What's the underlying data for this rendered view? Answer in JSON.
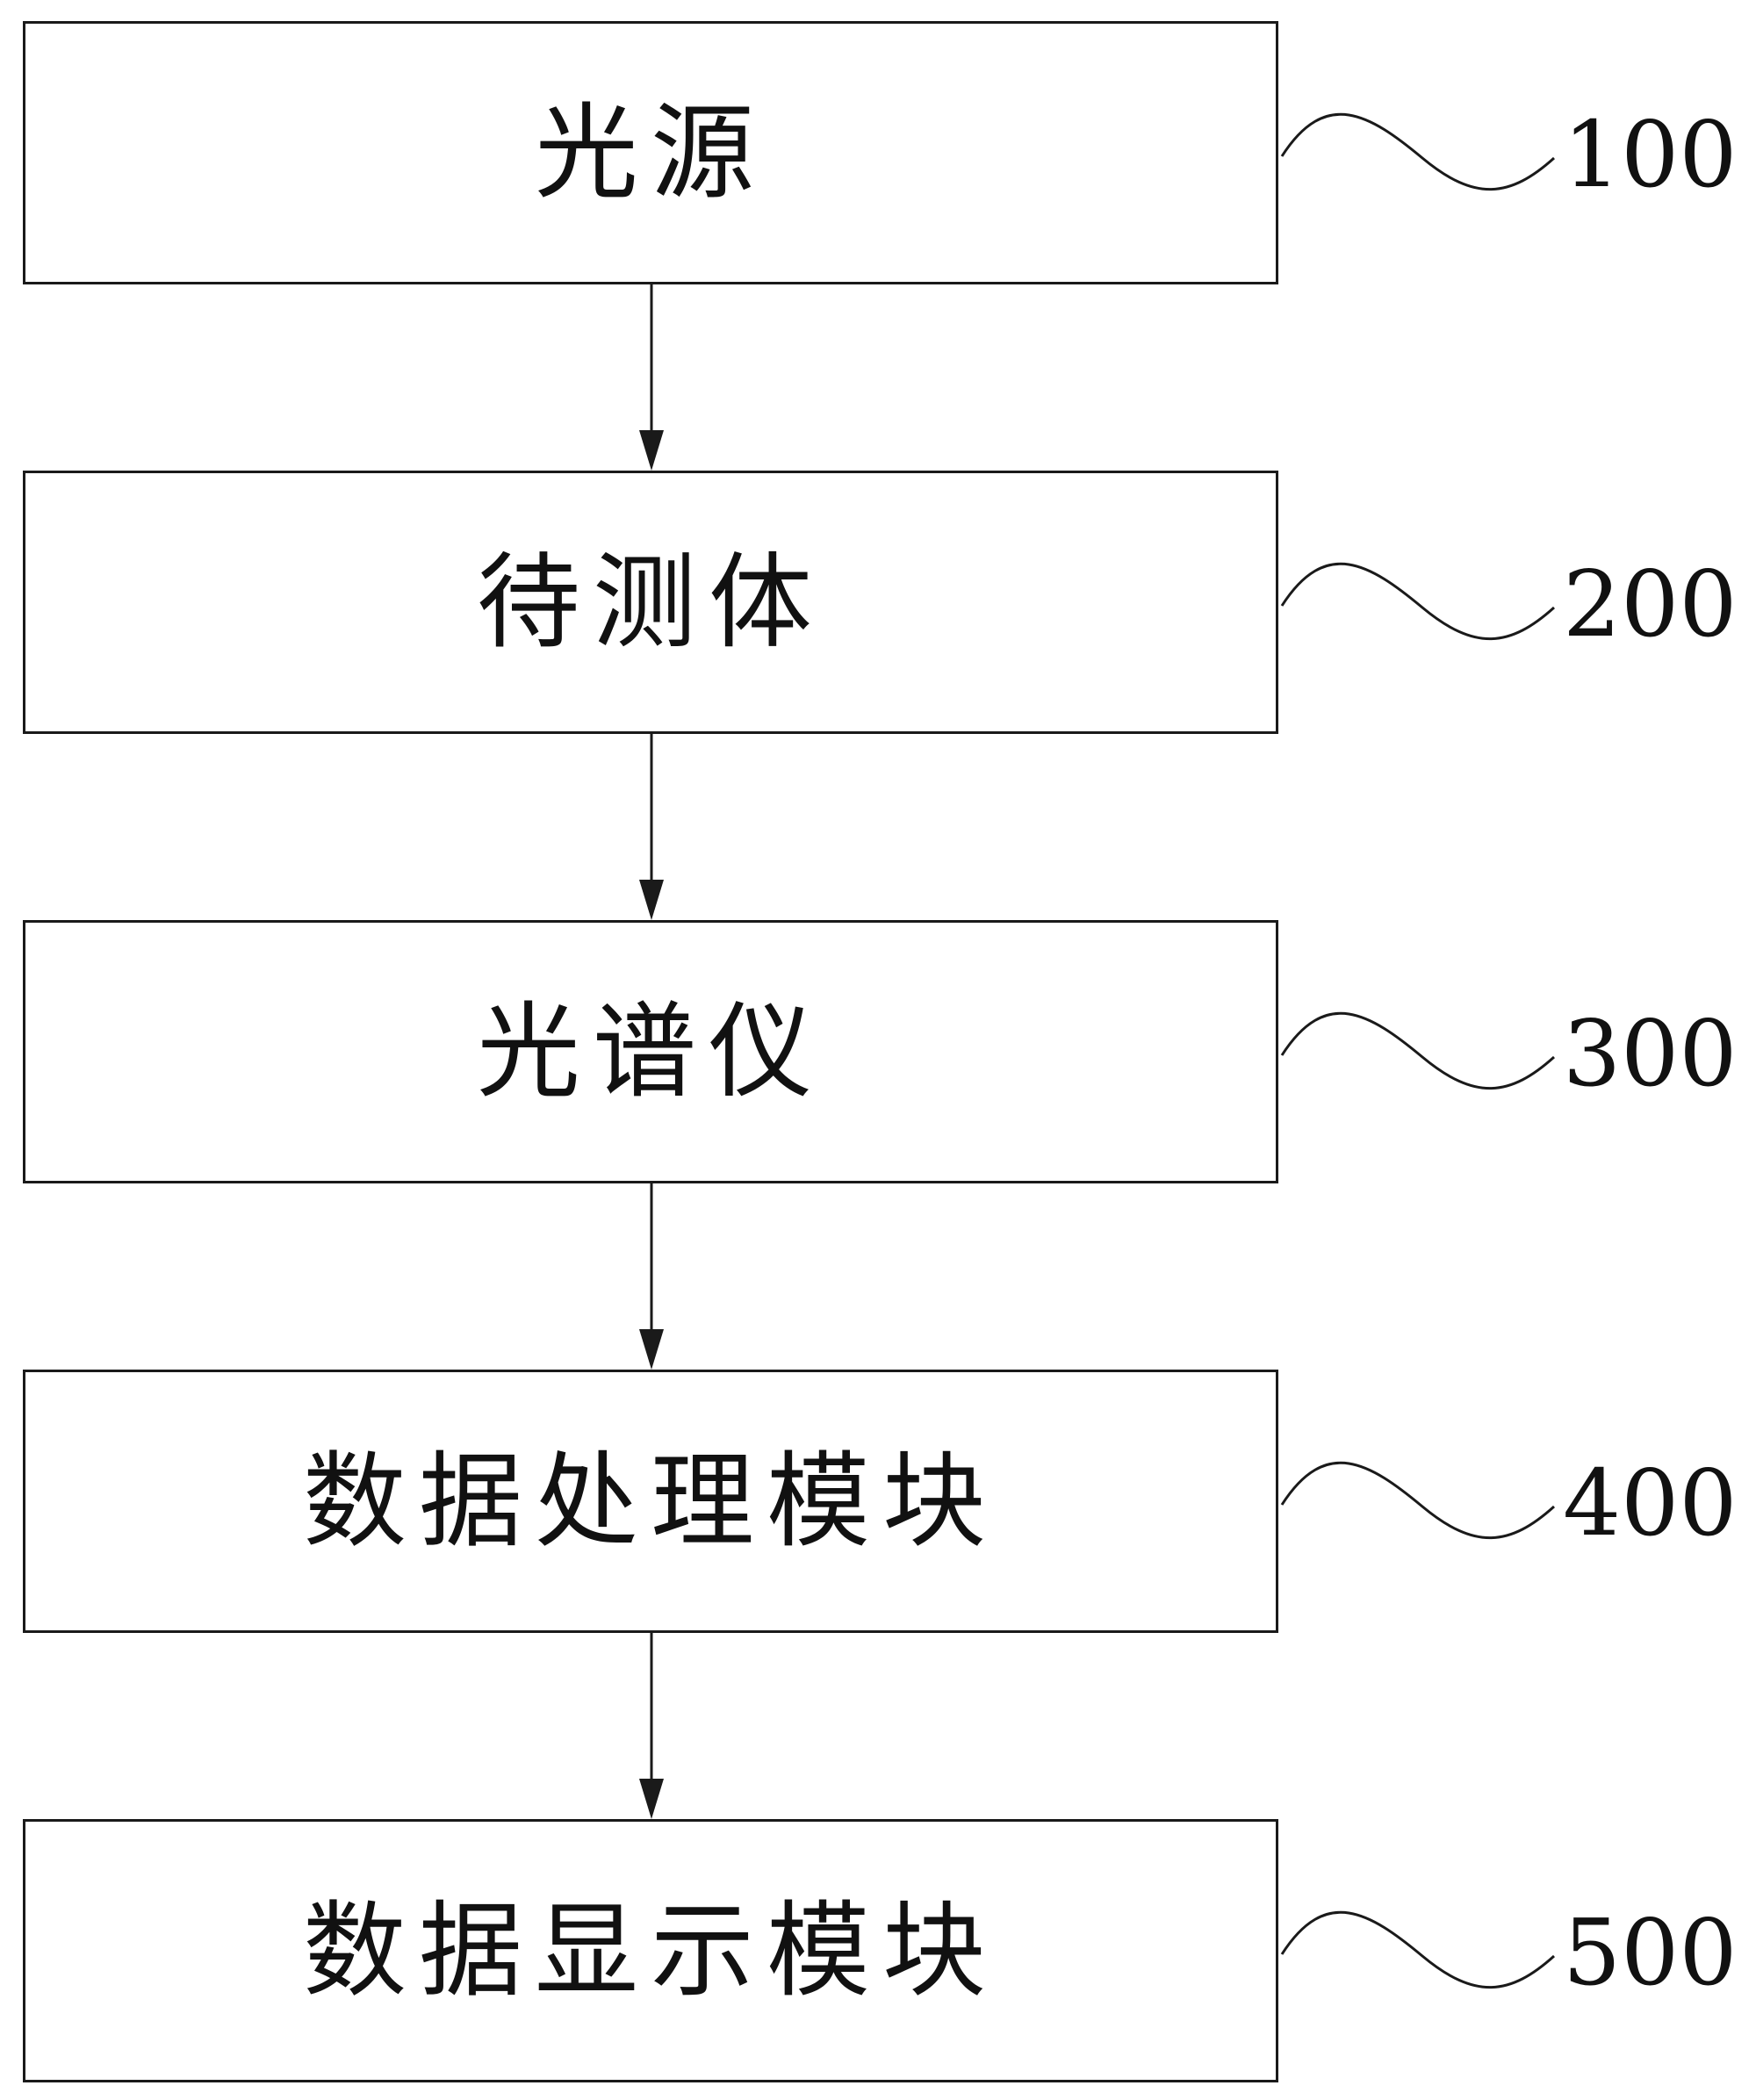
{
  "blocks": [
    {
      "label": "光源",
      "ref": "100"
    },
    {
      "label": "待测体",
      "ref": "200"
    },
    {
      "label": "光谱仪",
      "ref": "300"
    },
    {
      "label": "数据处理模块",
      "ref": "400"
    },
    {
      "label": "数据显示模块",
      "ref": "500"
    }
  ],
  "colors": {
    "line": "#1a1a1a",
    "background": "#ffffff"
  }
}
